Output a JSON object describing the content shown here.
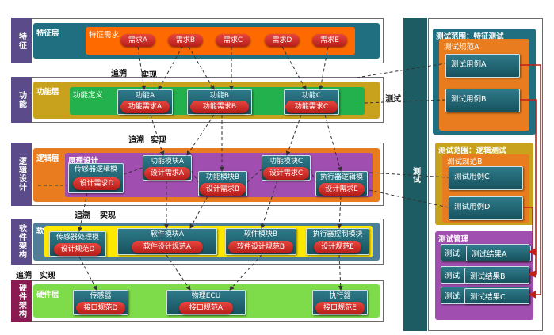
{
  "rows": {
    "feature": {
      "side": "特征",
      "band": "特征层",
      "inner": "特征需求",
      "items": [
        "需求A",
        "需求B",
        "需求C",
        "需求D",
        "需求E"
      ]
    },
    "function": {
      "side": "功能",
      "band": "功能层",
      "inner": "功能定义",
      "items": [
        {
          "title": "功能A",
          "pill": "功能需求A"
        },
        {
          "title": "功能B",
          "pill": "功能需求B"
        },
        {
          "title": "功能C",
          "pill": "功能需求C"
        }
      ]
    },
    "logic": {
      "side": "逻辑设计",
      "band": "逻辑层",
      "inner": "原理设计",
      "items": [
        {
          "title": "传感器逻辑模",
          "pill": "设计需求D"
        },
        {
          "title": "功能模块A",
          "pill": "设计需求A"
        },
        {
          "title": "功能模块B",
          "pill": "设计需求B"
        },
        {
          "title": "功能模块C",
          "pill": "设计需求C"
        },
        {
          "title": "执行器逻辑模",
          "pill": "设计需求E"
        }
      ]
    },
    "software": {
      "side": "软件架构",
      "band": "软件层",
      "items": [
        {
          "title": "传感器处理模",
          "pill": "设计规范D"
        },
        {
          "title": "软件模块A",
          "pill": "软件设计规范A"
        },
        {
          "title": "软件模块B",
          "pill": "软件设计规范B"
        },
        {
          "title": "执行器控制模块",
          "pill": "设计规范E"
        }
      ]
    },
    "hardware": {
      "side": "硬件架构",
      "band": "硬件层",
      "items": [
        {
          "title": "传感器",
          "pill": "接口规范D"
        },
        {
          "title": "物理ECU",
          "pill": "接口规范A"
        },
        {
          "title": "执行器",
          "pill": "接口规范E"
        }
      ]
    }
  },
  "trace_labels": [
    {
      "a": "追溯",
      "b": "实现"
    },
    {
      "a": "追溯",
      "b": "实现"
    },
    {
      "a": "追溯",
      "b": "实现"
    },
    {
      "a": "追溯",
      "b": "实现"
    }
  ],
  "test_label": "测试",
  "test_column": "测试",
  "test_panel": {
    "feature_scope": {
      "title": "测试范围：特征测试",
      "spec": "测试规范A",
      "cases": [
        "测试用例A",
        "测试用例B"
      ]
    },
    "logic_scope": {
      "title": "测试范围：逻辑测试",
      "spec": "测试规范B",
      "cases": [
        "测试用例C",
        "测试用例D"
      ]
    },
    "management": {
      "title": "测试管理",
      "rows": [
        {
          "label": "测试",
          "result": "测试结果A"
        },
        {
          "label": "测试",
          "result": "测试结果B"
        },
        {
          "label": "测试",
          "result": "测试结果C"
        }
      ]
    }
  },
  "colors": {
    "side": "#5b4b8a",
    "frame_band": "#1f6f80",
    "feature_inner": "#ff6a00",
    "function_band": "#c8a21c",
    "function_inner": "#22b14c",
    "logic_band": "#e87c1e",
    "logic_inner": "#a04fb0",
    "software_band": "#4f7f96",
    "software_inner": "#ffe800",
    "hardware_band": "#8a1a52",
    "hardware_inner": "#7edb4a",
    "feature_scope": "#e87c1e",
    "management": "#a04fb0",
    "column": "#1c5c62"
  }
}
